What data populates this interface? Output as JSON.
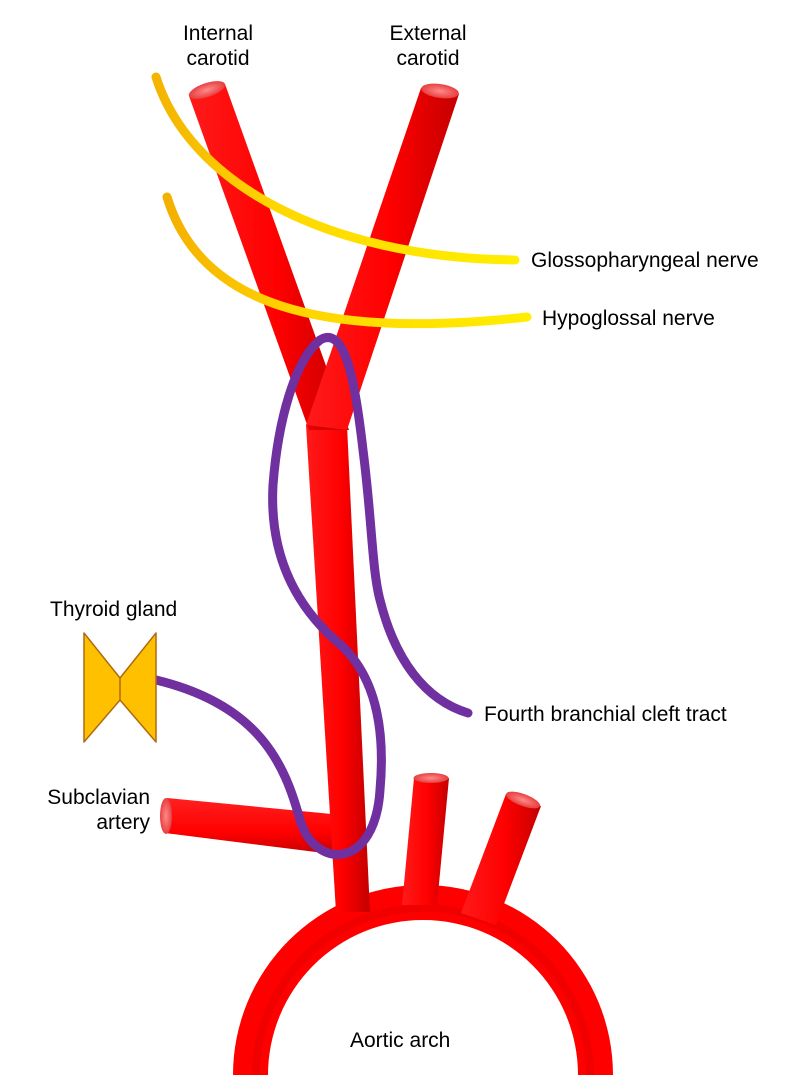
{
  "labels": {
    "internal_carotid": [
      "Internal",
      "carotid"
    ],
    "external_carotid": [
      "External",
      "carotid"
    ],
    "glossopharyngeal_nerve": "Glossopharyngeal nerve",
    "hypoglossal_nerve": "Hypoglossal nerve",
    "thyroid_gland": "Thyroid gland",
    "fourth_branchial_cleft_tract": "Fourth branchial cleft tract",
    "subclavian_artery": [
      "Subclavian",
      "artery"
    ],
    "aortic_arch": "Aortic arch"
  },
  "colors": {
    "artery": "#ff0000",
    "artery_shade": "#c90000",
    "artery_highlight": "#ff5a5a",
    "nerve": "#ffee00",
    "nerve_fade": "#f4b400",
    "tract": "#7030a0",
    "thyroid": "#ffc000",
    "thyroid_outline": "#b06a10"
  }
}
